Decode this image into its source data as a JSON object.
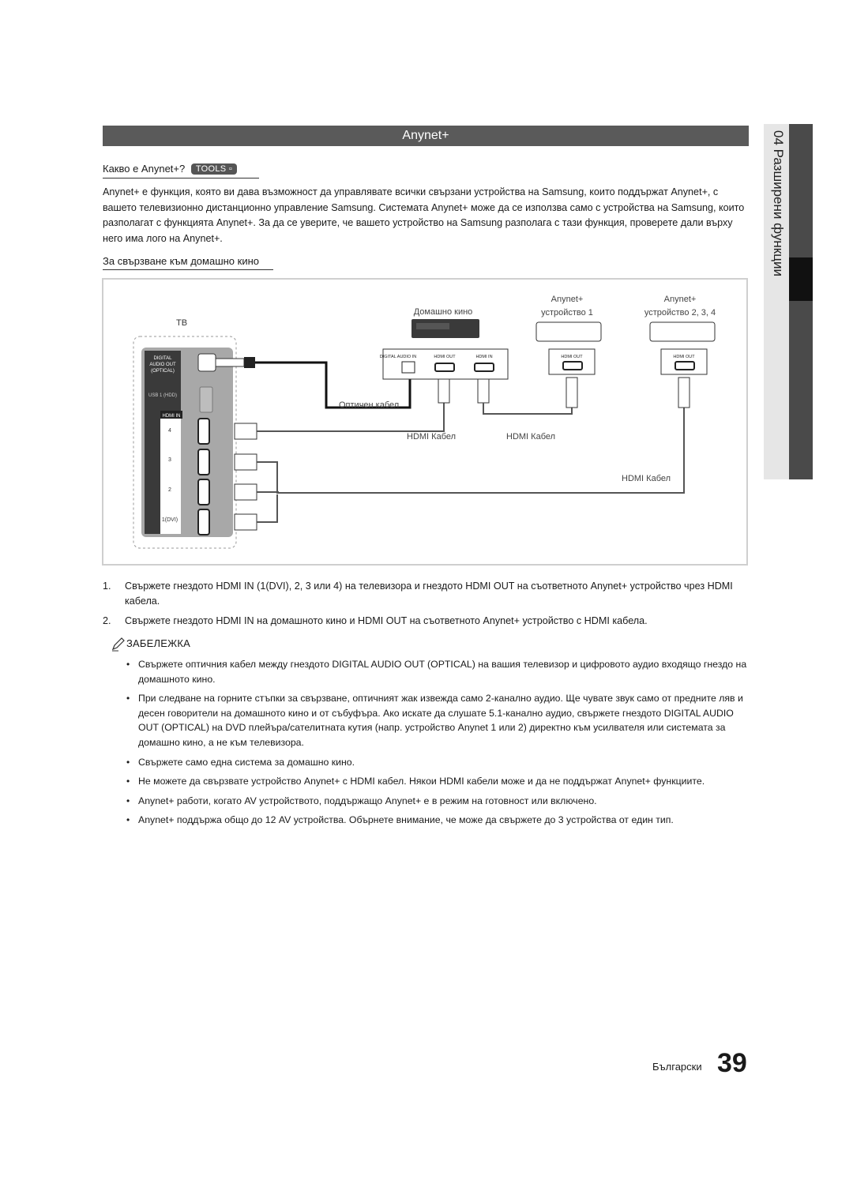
{
  "header": {
    "title": "Anynet+"
  },
  "side_tab": {
    "label": "04  Разширени функции"
  },
  "section_what": {
    "heading": "Какво е Anynet+?",
    "badge": "TOOLS",
    "badge_icon": "tools-icon"
  },
  "intro_paragraph": "Anynet+ е функция, която ви дава възможност да управлявате всички свързани устройства на Samsung, които поддържат Anynet+, с вашето телевизионно дистанционно управление Samsung. Системата Anynet+ може да се използва само с устройства на Samsung, които разполагат с функцията Anynet+. За да се уверите, че вашето устройство на Samsung разполага с тази функция, проверете дали върху него има лого на Anynet+.",
  "section_connect": {
    "heading": "За свързване към домашно кино"
  },
  "diagram": {
    "tv_label": "ТВ",
    "home_theater_label": "Домашно кино",
    "device1_label_line1": "Anynet+",
    "device1_label_line2": "устройство 1",
    "device2_label_line1": "Anynet+",
    "device2_label_line2": "устройство 2, 3, 4",
    "tv_digital_audio_line1": "DIGITAL",
    "tv_digital_audio_line2": "AUDIO OUT",
    "tv_digital_audio_line3": "(OPTICAL)",
    "tv_usb_label": "USB 1 (HDD)",
    "tv_hdmi_in_label": "HDMI IN",
    "tv_ports": [
      "4",
      "3",
      "2",
      "1(DVI)"
    ],
    "ht_port_digital": "DIGITAL AUDIO IN",
    "ht_port_hdmi_out": "HDMI OUT",
    "ht_port_hdmi_in": "HDMI IN",
    "dev1_port": "HDMI OUT",
    "dev2_port": "HDMI OUT",
    "optical_cable_label": "Оптичен кабел",
    "hdmi_cable_label_1": "HDMI Кабел",
    "hdmi_cable_label_2": "HDMI Кабел",
    "hdmi_cable_label_3": "HDMI Кабел"
  },
  "steps": [
    {
      "num": "1.",
      "text": "Свържете гнездото HDMI IN (1(DVI), 2, 3 или 4) на телевизора и гнездото HDMI OUT на съответното Anynet+ устройство чрез HDMI кабела."
    },
    {
      "num": "2.",
      "text": "Свържете гнездото HDMI IN на домашното кино и HDMI OUT на съответното Anynet+ устройство с HDMI кабела."
    }
  ],
  "note": {
    "title": "ЗАБЕЛЕЖКА",
    "icon": "pencil-note-icon",
    "bullets": [
      "Свържете оптичния кабел между гнездото DIGITAL AUDIO OUT (OPTICAL) на вашия телевизор и цифровото аудио входящо гнездо на домашното кино.",
      "При следване на горните стъпки за свързване, оптичният жак извежда само 2-канално аудио. Ще чувате звук само от предните ляв и десен говорители на домашното кино и от събуфъра. Ако искате да слушате 5.1-канално аудио, свържете гнездото DIGITAL AUDIO OUT (OPTICAL) на DVD плейъра/сателитната кутия (напр. устройство Anynet 1 или 2) директно към усилвателя или системата за домашно кино, а не към телевизора.",
      "Свържете само една система за домашно кино.",
      "Не можете да свързвате устройство Anynet+ с HDMI кабел. Някои HDMI кабели може и да не поддържат Anynet+ функциите.",
      "Anynet+ работи, когато AV устройството, поддържащо Anynet+ е в режим на готовност или включено.",
      "Anynet+ поддържа общо до 12 AV устройства. Обърнете внимание, че може да свържете до 3 устройства от един тип."
    ]
  },
  "footer": {
    "language": "Български",
    "page_number": "39"
  }
}
